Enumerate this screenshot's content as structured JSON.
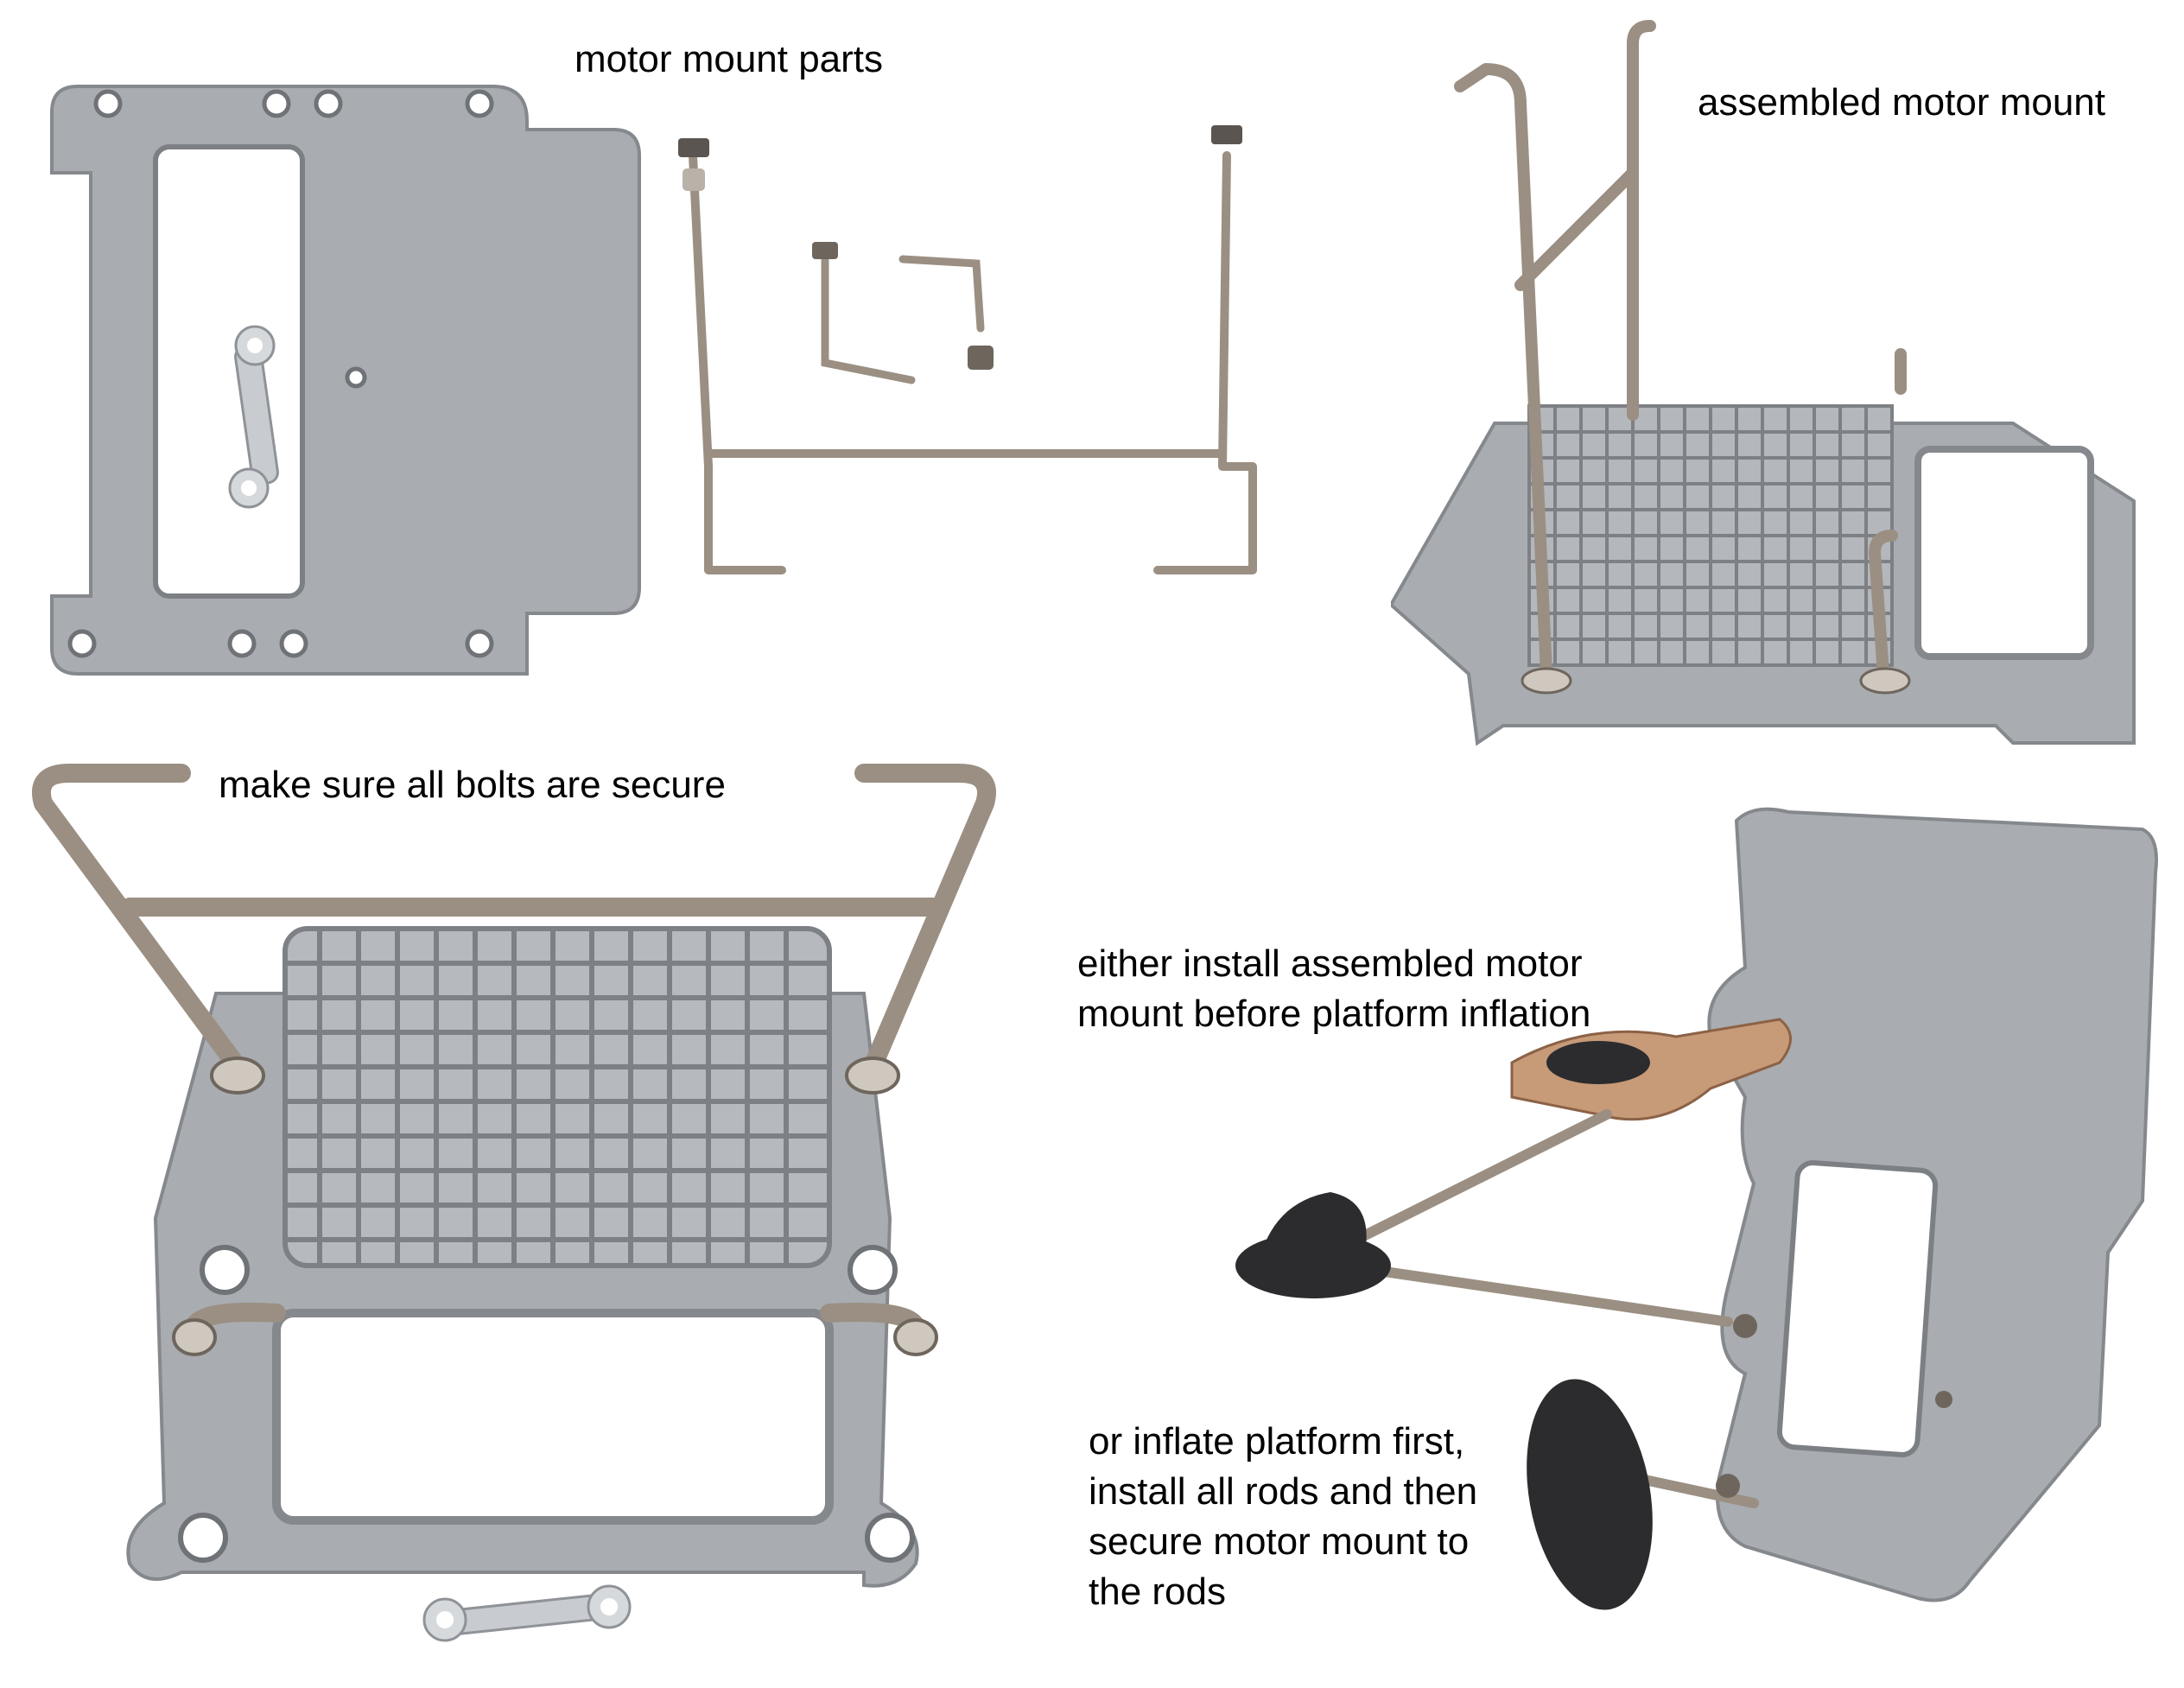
{
  "captions": {
    "parts": "motor mount parts",
    "assembled": "assembled motor mount",
    "secure": "make sure all bolts are secure",
    "option_a": "either install assembled motor\nmount before platform inflation",
    "option_b": "or inflate platform first,\ninstall all rods and then\nsecure motor mount to\nthe rods"
  },
  "colors": {
    "plate": "#a9acb0",
    "plate_dark": "#8d9095",
    "rod": "#9a8f82",
    "rod_dark": "#6e665d",
    "rubber": "#2c2c2e",
    "skin": "#c79a78"
  }
}
